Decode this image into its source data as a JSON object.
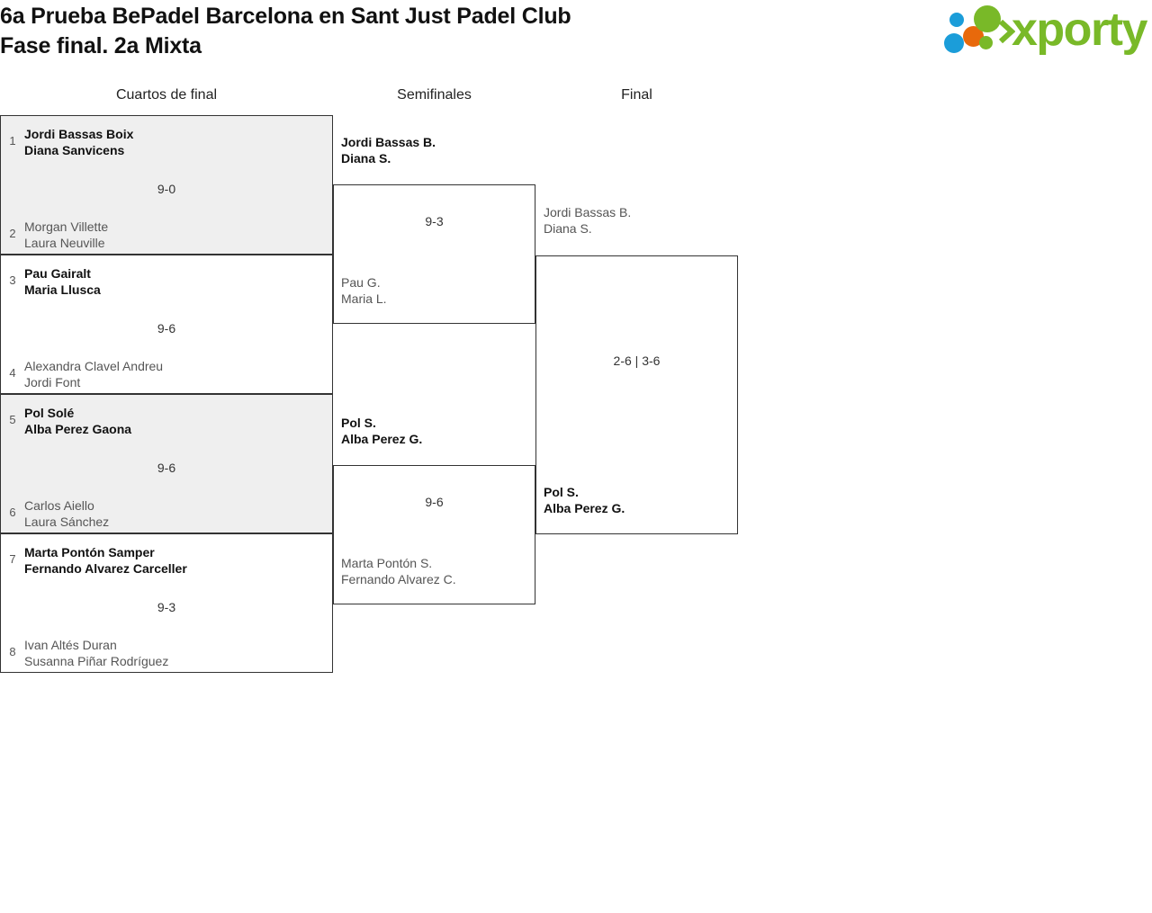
{
  "header": {
    "title_line1": "6a Prueba BePadel Barcelona en Sant Just Padel Club",
    "title_line2": "Fase final. 2a Mixta",
    "logo_text": "xporty",
    "logo_colors": {
      "green": "#79b928",
      "blue": "#1b9dd9",
      "orange": "#e8690b"
    }
  },
  "rounds": [
    {
      "label": "Cuartos de final"
    },
    {
      "label": "Semifinales"
    },
    {
      "label": "Final"
    }
  ],
  "quarterfinals": [
    {
      "seed_top": "1",
      "top_p1": "Jordi Bassas Boix",
      "top_p2": "Diana Sanvicens",
      "seed_bottom": "2",
      "bottom_p1": "Morgan Villette",
      "bottom_p2": "Laura Neuville",
      "score": "9-0",
      "winner": "top"
    },
    {
      "seed_top": "3",
      "top_p1": "Pau Gairalt",
      "top_p2": "Maria Llusca",
      "seed_bottom": "4",
      "bottom_p1": "Alexandra Clavel Andreu",
      "bottom_p2": "Jordi Font",
      "score": "9-6",
      "winner": "top"
    },
    {
      "seed_top": "5",
      "top_p1": "Pol Solé",
      "top_p2": "Alba Perez Gaona",
      "seed_bottom": "6",
      "bottom_p1": "Carlos Aiello",
      "bottom_p2": "Laura Sánchez",
      "score": "9-6",
      "winner": "top"
    },
    {
      "seed_top": "7",
      "top_p1": "Marta Pontón Samper",
      "top_p2": "Fernando Alvarez Carceller",
      "seed_bottom": "8",
      "bottom_p1": "Ivan Altés Duran",
      "bottom_p2": "Susanna Piñar Rodríguez",
      "score": "9-3",
      "winner": "top"
    }
  ],
  "semifinals": [
    {
      "top_p1": "Jordi Bassas B.",
      "top_p2": "Diana S.",
      "bottom_p1": "Pau G.",
      "bottom_p2": "Maria L.",
      "score": "9-3",
      "winner": "top"
    },
    {
      "top_p1": "Pol S.",
      "top_p2": "Alba Perez G.",
      "bottom_p1": "Marta Pontón S.",
      "bottom_p2": "Fernando Alvarez C.",
      "score": "9-6",
      "winner": "top"
    }
  ],
  "final": {
    "top_p1": "Jordi Bassas B.",
    "top_p2": "Diana S.",
    "bottom_p1": "Pol S.",
    "bottom_p2": "Alba Perez G.",
    "score": "2-6 | 3-6",
    "winner": "bottom"
  }
}
